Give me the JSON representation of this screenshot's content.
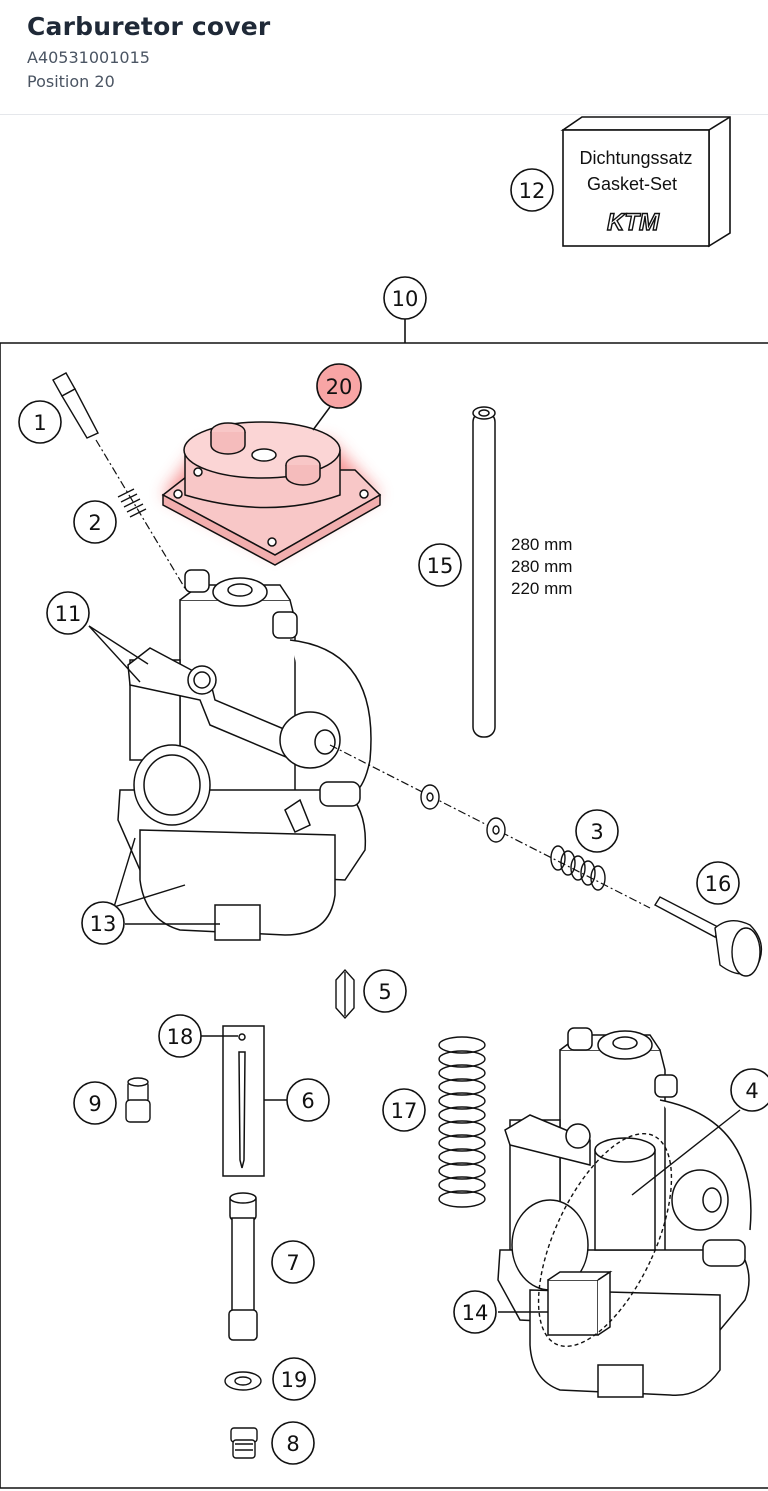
{
  "part": {
    "name": "Carburetor cover",
    "number": "A40531001015",
    "position_text": "Position 20"
  },
  "highlight_color": "#ef4444",
  "gasket_box": {
    "line1": "Dichtungssatz",
    "line2": "Gasket-Set",
    "brand": "KTM"
  },
  "hose_lengths": [
    "280 mm",
    "280 mm",
    "220 mm"
  ],
  "callouts": {
    "c1": "1",
    "c2": "2",
    "c3": "3",
    "c4": "4",
    "c5": "5",
    "c6": "6",
    "c7": "7",
    "c8": "8",
    "c9": "9",
    "c10": "10",
    "c11": "11",
    "c12": "12",
    "c13": "13",
    "c14": "14",
    "c15": "15",
    "c16": "16",
    "c17": "17",
    "c18": "18",
    "c19": "19",
    "c20": "20"
  }
}
